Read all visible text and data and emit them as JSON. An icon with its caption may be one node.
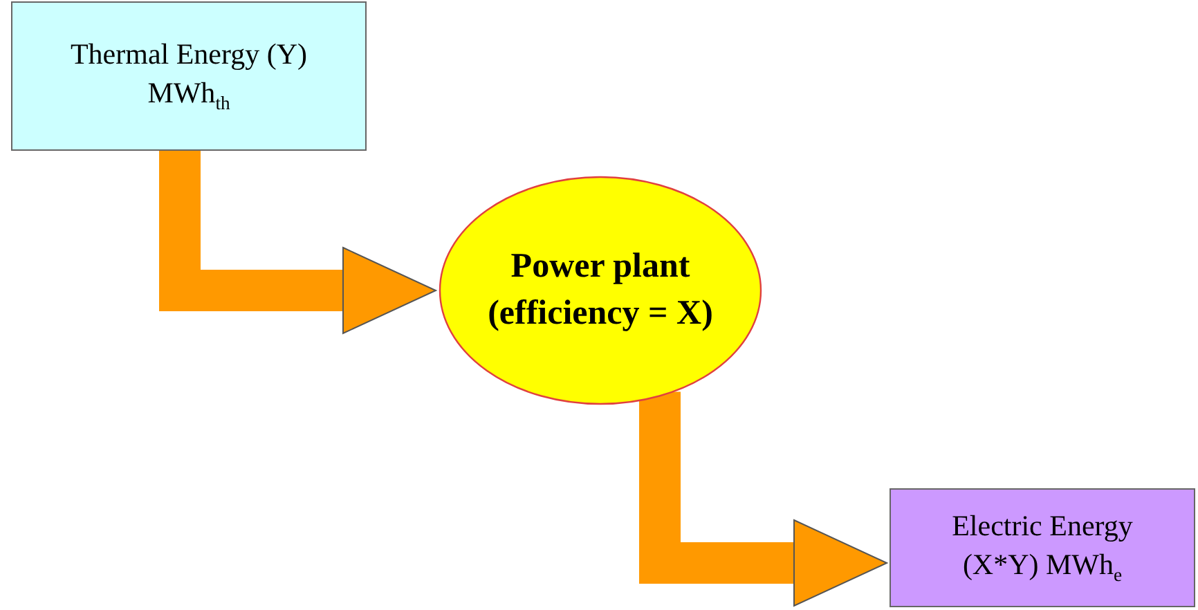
{
  "diagram": {
    "nodes": [
      {
        "text": [
          "Thermal Energy (Y) MWh$_{th}$"
        ]
      },
      {
        "text": [
          "Power plant (efficiency = X)"
        ]
      },
      {
        "text": [
          "Electric Energy (X*Y) MWh$_{e}$"
        ]
      }
    ],
    "edges": [
      {
        "from": 0,
        "to": 1,
        "arrow": "to"
      },
      {
        "from": 1,
        "to": 2,
        "arrow": "to"
      }
    ]
  }
}
